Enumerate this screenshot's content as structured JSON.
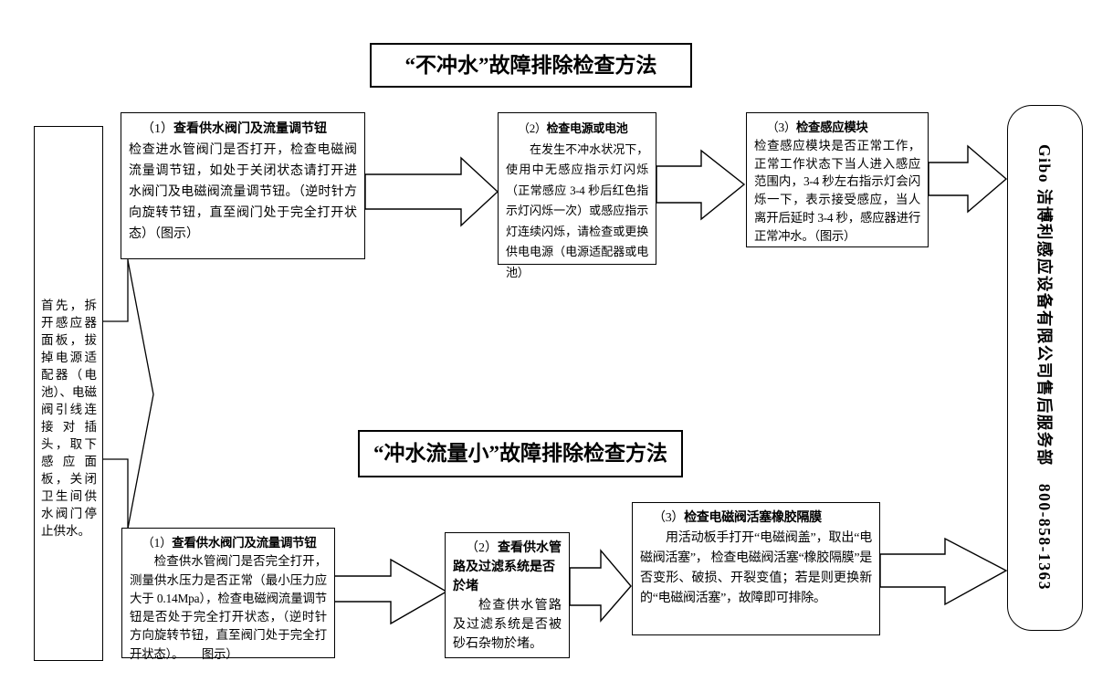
{
  "page": {
    "background": "#ffffff",
    "line_color": "#000000"
  },
  "left_note": {
    "text": "首先，拆开感应器面板，拔掉电源适配器（电池）、电磁阀引线连接对插头，取下感应面板，关闭卫生间供水阀门停止供水。"
  },
  "section_no_flush": {
    "title": "“不冲水”故障排除检查方法",
    "steps": [
      {
        "label": "（1）",
        "title": "查看供水阀门及流量调节钮",
        "body": "检查进水管阀门是否打开，检查电磁阀流量调节钮，如处于关闭状态请打开进水阀门及电磁阀流量调节钮。（逆时针方向旋转节钮，直至阀门处于完全打开状态）（图示）"
      },
      {
        "label": "（2）",
        "title": "检查电源或电池",
        "body": "在发生不冲水状况下，使用中无感应指示灯闪烁（正常感应 3-4 秒后红色指示灯闪烁一次）或感应指示灯连续闪烁，请检查或更换供电电源（电源适配器或电池）"
      },
      {
        "label": "（3）",
        "title": "检查感应模块",
        "body": "检查感应模块是否正常工作，正常工作状态下当人进入感应范围内，3-4 秒左右指示灯会闪烁一下，表示接受感应，当人离开后延时 3-4 秒，感应器进行正常冲水。（图示）"
      }
    ]
  },
  "section_low_flow": {
    "title": "“冲水流量小”故障排除检查方法",
    "steps": [
      {
        "label": "（1）",
        "title": "查看供水阀门及流量调节钮",
        "body": "检查供水管阀门是否完全打开，测量供水压力是否正常（最小压力应大于 0.14Mpa），检查电磁阀流量调节钮是否处于完全打开状态，（逆时针方向旋转节钮，直至阀门处于完全打开状态）。　　图示）"
      },
      {
        "label": "（2）",
        "title": "查看供水管路及过滤系统是否於堵",
        "body": "检查供水管路及过滤系统是否被砂石杂物於堵。"
      },
      {
        "label": "（3）",
        "title": "检查电磁阀活塞橡胶隔膜",
        "body": "用活动板手打开“电磁阀盖”，取出“电磁阀活塞”， 检查电磁阀活塞“橡胶隔膜”是否变形、破损、开裂变值；若是则更换新的“电磁阀活塞”，故障即可排除。"
      }
    ]
  },
  "service_box": {
    "text": "Gibo 洁博利感应设备有限公司售后服务部　800-858-1363"
  }
}
